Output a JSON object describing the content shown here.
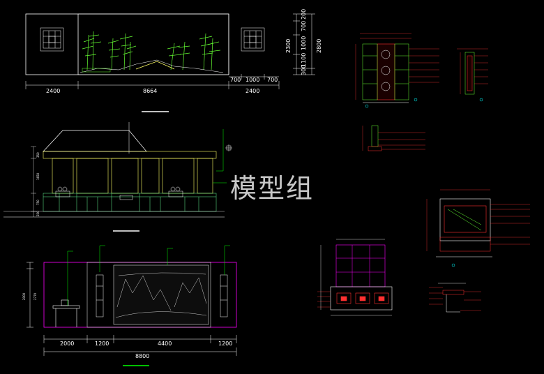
{
  "watermark": "模型组",
  "elevation_top": {
    "bottom_dims": [
      "2400",
      "8664",
      "700",
      "1000",
      "700",
      "2400"
    ],
    "right_dims_inner": [
      "200",
      "700",
      "1000",
      "1100",
      "300"
    ],
    "right_dims_outer": [
      "2300",
      "2800"
    ]
  },
  "pavilion": {
    "left_dims": [
      "350",
      "1650",
      "750",
      "250"
    ]
  },
  "elevation_bottom": {
    "bottom_dims": [
      "2000",
      "1200",
      "4400",
      "1200"
    ],
    "total_dim": "8800",
    "left_dims": [
      "2000",
      "2770"
    ]
  },
  "colors": {
    "background": "#000000",
    "outline": "#ffffff",
    "frame": "#ff00ff",
    "plants": "#66ff33",
    "dimension": "#00ffff",
    "leader": "#00ff00",
    "note": "#ff3030"
  }
}
